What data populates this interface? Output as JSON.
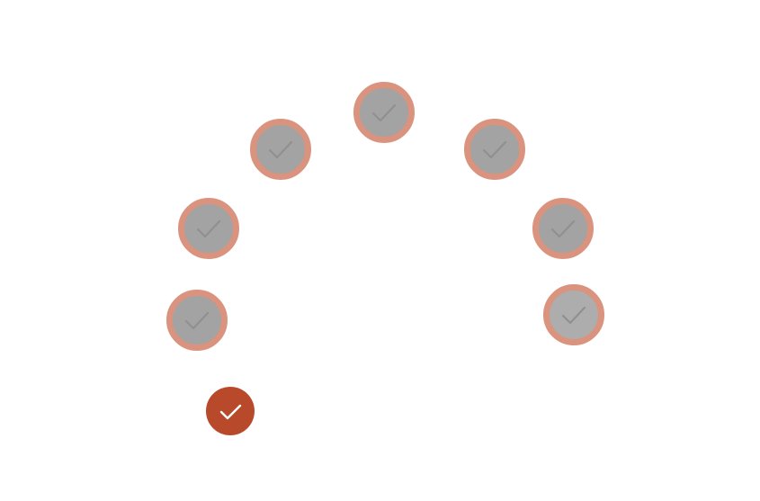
{
  "steps": [
    {
      "id": "s1",
      "state": "pending",
      "icon": "check-icon"
    },
    {
      "id": "s2",
      "state": "pending",
      "icon": "check-icon"
    },
    {
      "id": "s3",
      "state": "pending",
      "icon": "check-icon"
    },
    {
      "id": "s4",
      "state": "pending",
      "icon": "check-icon"
    },
    {
      "id": "s5",
      "state": "pending",
      "icon": "check-icon"
    },
    {
      "id": "s6",
      "state": "pending",
      "icon": "check-icon"
    },
    {
      "id": "s7",
      "state": "pending",
      "icon": "check-icon"
    },
    {
      "id": "s8",
      "state": "completed",
      "icon": "check-icon"
    }
  ],
  "colors": {
    "completed_fill": "#b84a2b",
    "completed_check": "#ffffff",
    "pending_ring": "#d9937e",
    "pending_fill": "#a3a3a3",
    "pending_check": "#909090",
    "background": "#ffffff"
  }
}
